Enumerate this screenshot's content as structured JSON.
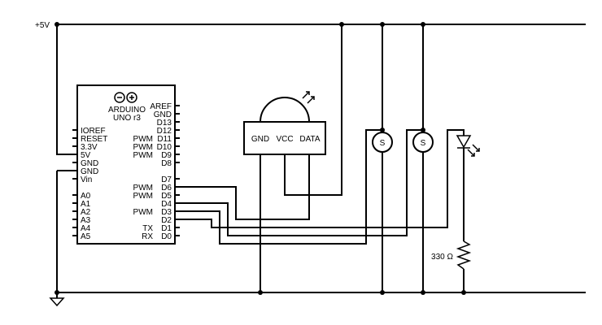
{
  "supply": {
    "label": "+5V"
  },
  "arduino": {
    "title_line1": "ARDUINO",
    "title_line2": "UNO r3",
    "left_pins": [
      "IOREF",
      "RESET",
      "3.3V",
      "5V",
      "GND",
      "GND",
      "Vin",
      "A0",
      "A1",
      "A2",
      "A3",
      "A4",
      "A5"
    ],
    "right_pins": [
      "AREF",
      "GND",
      "D13",
      "D12",
      "D11",
      "D10",
      "D9",
      "D8",
      "D7",
      "D6",
      "D5",
      "D4",
      "D3",
      "D2",
      "D1",
      "D0"
    ],
    "pin_notes": {
      "d11": "PWM",
      "d10": "PWM",
      "d9": "PWM",
      "d6": "PWM",
      "d5": "PWM",
      "d3": "PWM",
      "d1": "TX",
      "d0": "RX"
    }
  },
  "ir_receiver": {
    "pin_gnd": "GND",
    "pin_vcc": "VCC",
    "pin_data": "DATA"
  },
  "servos": [
    {
      "label": "S"
    },
    {
      "label": "S"
    }
  ],
  "resistor": {
    "value": "330 Ω"
  }
}
